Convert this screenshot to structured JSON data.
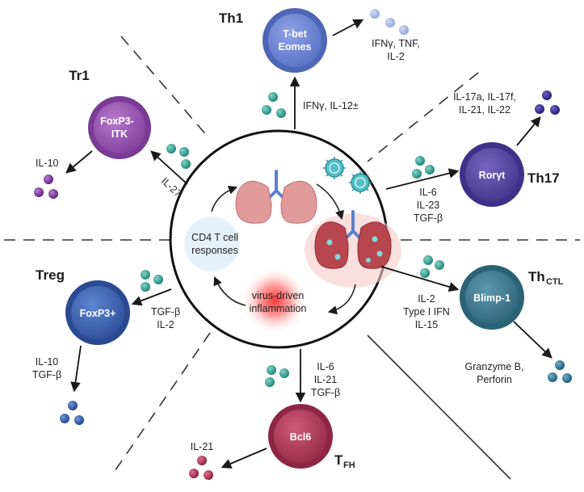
{
  "center": {
    "line1": "CD4 T cell",
    "line2": "responses",
    "inflam1": "virus-driven",
    "inflam2": "inflammation"
  },
  "th1": {
    "title": "Th1",
    "tf1": "T-bet",
    "tf2": "Eomes",
    "signals": "IFNγ, IL-12±",
    "out1": "IFNγ, TNF,",
    "out2": "IL-2"
  },
  "tr1": {
    "title": "Tr1",
    "tf1": "FoxP3-",
    "tf2": "ITK",
    "signal": "IL-27",
    "out": "IL-10"
  },
  "th17": {
    "title": "Th17",
    "tf": "Rorγt",
    "sig1": "IL-6",
    "sig2": "IL-23",
    "sig3": "TGF-β",
    "out1": "IL-17a, IL-17f,",
    "out2": "IL-21, IL-22"
  },
  "thctl": {
    "title": "Th",
    "sub": "CTL",
    "tf": "Blimp-1",
    "sig1": "IL-2",
    "sig2": "Type I IFN",
    "sig3": "IL-15",
    "out1": "Granzyme B,",
    "out2": "Perforin"
  },
  "treg": {
    "title": "Treg",
    "tf": "FoxP3+",
    "sig1": "TGF-β",
    "sig2": "IL-2",
    "out1": "IL-10",
    "out2": "TGF-β"
  },
  "tfh": {
    "title": "T",
    "sub": "FH",
    "tf": "Bcl6",
    "sig1": "IL-6",
    "sig2": "IL-21",
    "sig3": "TGF-β",
    "out": "IL-21"
  },
  "colors": {
    "th1": "#6f86d6",
    "tr1": "#9a55b3",
    "th17": "#5b47a8",
    "thctl": "#3f7d95",
    "treg": "#3c64b4",
    "tfh": "#b23a5c",
    "teal_dot": "#2e9a8c",
    "virus": "#3fb0b8",
    "lung": "#d98888"
  }
}
